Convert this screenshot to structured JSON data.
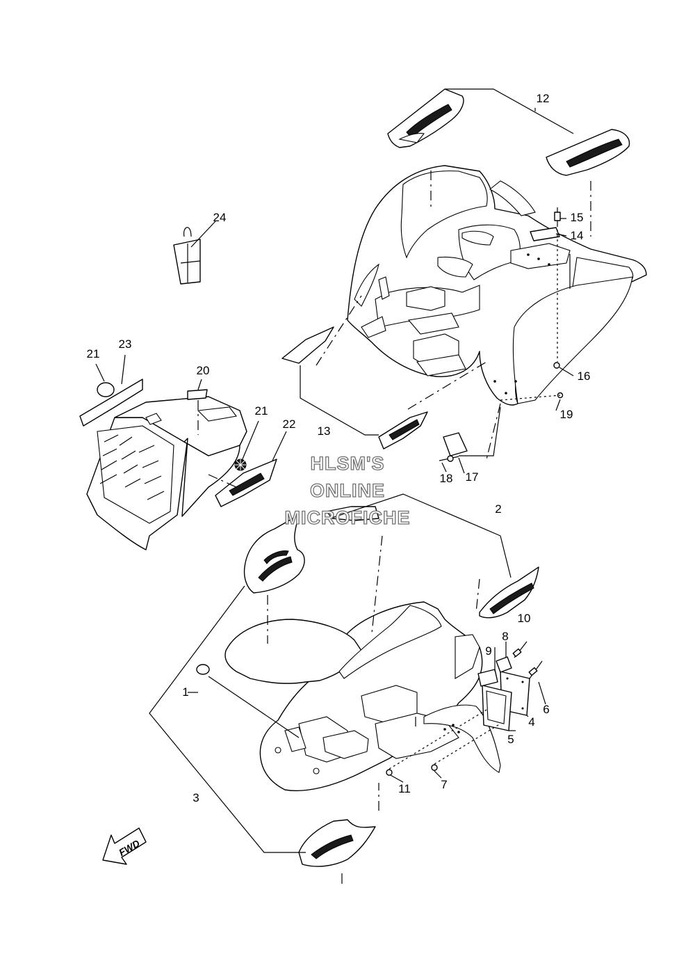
{
  "watermark": [
    "HLSM'S",
    "ONLINE",
    "MICROFICHE"
  ],
  "direction_arrow": "FWD",
  "callouts": {
    "c1": "1",
    "c2": "2",
    "c3": "3",
    "c4": "4",
    "c5": "5",
    "c6": "6",
    "c7": "7",
    "c8": "8",
    "c9": "9",
    "c10": "10",
    "c11": "11",
    "c12": "12",
    "c13": "13",
    "c14": "14",
    "c15": "15",
    "c16": "16",
    "c17": "17",
    "c18": "18",
    "c19": "19",
    "c20": "20",
    "c21a": "21",
    "c21b": "21",
    "c22": "22",
    "c23": "23",
    "c24": "24"
  }
}
